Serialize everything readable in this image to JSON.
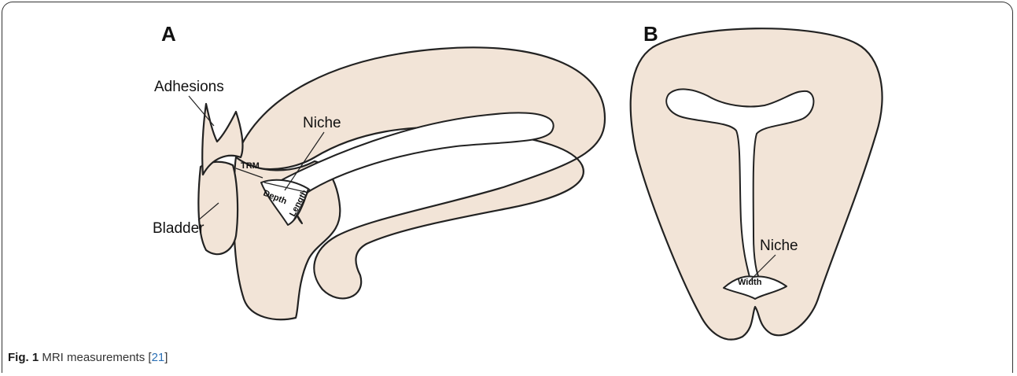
{
  "panels": {
    "a": {
      "letter": "A",
      "labels": {
        "adhesions": "Adhesions",
        "bladder": "Bladder",
        "niche": "Niche",
        "trm": "TRM",
        "depth": "Depth",
        "length": "Length"
      }
    },
    "b": {
      "letter": "B",
      "labels": {
        "niche": "Niche",
        "width": "Width"
      }
    }
  },
  "caption": {
    "figure_label": "Fig. 1",
    "text": "MRI measurements",
    "ref_open": "[",
    "ref_number": "21",
    "ref_close": "]"
  },
  "colors": {
    "tissue": "#f2e4d7",
    "outline": "#222222",
    "reference_link": "#2a6fb5"
  }
}
